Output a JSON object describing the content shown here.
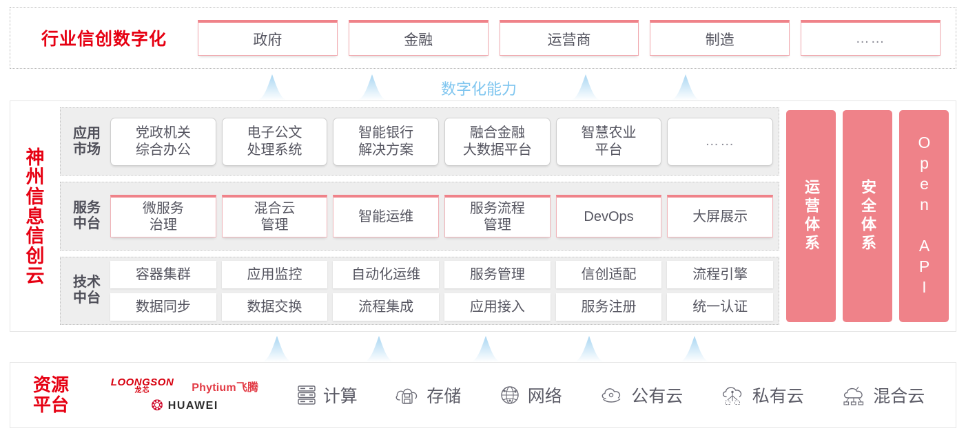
{
  "industry": {
    "title": "行业信创数字化",
    "boxes": [
      {
        "label": "政府",
        "name": "industry-box-government"
      },
      {
        "label": "金融",
        "name": "industry-box-finance"
      },
      {
        "label": "运营商",
        "name": "industry-box-carrier"
      },
      {
        "label": "制造",
        "name": "industry-box-manufacturing"
      },
      {
        "label": "……",
        "name": "industry-box-more"
      }
    ]
  },
  "capability_label": "数字化能力",
  "platform": {
    "title_chars": [
      "神",
      "州",
      "信",
      "息",
      "信",
      "创",
      "云"
    ],
    "bands": [
      {
        "label_lines": [
          "应用",
          "市场"
        ],
        "style": "app",
        "cells": [
          [
            "党政机关",
            "综合办公"
          ],
          [
            "电子公文",
            "处理系统"
          ],
          [
            "智能银行",
            "解决方案"
          ],
          [
            "融合金融",
            "大数据平台"
          ],
          [
            "智慧农业",
            "平台"
          ],
          [
            "……"
          ]
        ]
      },
      {
        "label_lines": [
          "服务",
          "中台"
        ],
        "style": "svc",
        "cells": [
          [
            "微服务",
            "治理"
          ],
          [
            "混合云",
            "管理"
          ],
          [
            "智能运维"
          ],
          [
            "服务流程",
            "管理"
          ],
          [
            "DevOps"
          ],
          [
            "大屏展示"
          ]
        ]
      },
      {
        "label_lines": [
          "技术",
          "中台"
        ],
        "style": "tech",
        "rows": [
          [
            "容器集群",
            "应用监控",
            "自动化运维",
            "服务管理",
            "信创适配",
            "流程引擎"
          ],
          [
            "数据同步",
            "数据交换",
            "流程集成",
            "应用接入",
            "服务注册",
            "统一认证"
          ]
        ]
      }
    ],
    "pillars": [
      {
        "label": "运营体系",
        "name": "pillar-operations",
        "latin": false
      },
      {
        "label": "安全体系",
        "name": "pillar-security",
        "latin": false
      },
      {
        "label": "Open API",
        "name": "pillar-open-api",
        "latin": true
      }
    ]
  },
  "resource": {
    "title_lines": [
      "资源",
      "平台"
    ],
    "vendors": [
      {
        "name": "loongson-logo",
        "en": "LOONGSON",
        "cn": "龙芯"
      },
      {
        "name": "phytium-logo",
        "text": "Phytium飞腾"
      },
      {
        "name": "huawei-logo",
        "text": "HUAWEI"
      }
    ],
    "items": [
      {
        "label": "计算",
        "icon": "server-icon"
      },
      {
        "label": "存储",
        "icon": "storage-cloud-icon"
      },
      {
        "label": "网络",
        "icon": "network-globe-icon"
      },
      {
        "label": "公有云",
        "icon": "public-cloud-icon"
      },
      {
        "label": "私有云",
        "icon": "private-cloud-icon"
      },
      {
        "label": "混合云",
        "icon": "hybrid-cloud-icon"
      }
    ]
  },
  "colors": {
    "brand_red": "#e60012",
    "pink": "#ef8289",
    "arrow_blue": "#bfe0f5",
    "capability_blue": "#7ec5ef",
    "band_gray": "#eeeeee"
  },
  "arrows": {
    "top_positions": [
      395,
      540,
      850,
      995
    ],
    "bottom_positions": [
      402,
      550,
      705,
      855,
      1008
    ]
  }
}
